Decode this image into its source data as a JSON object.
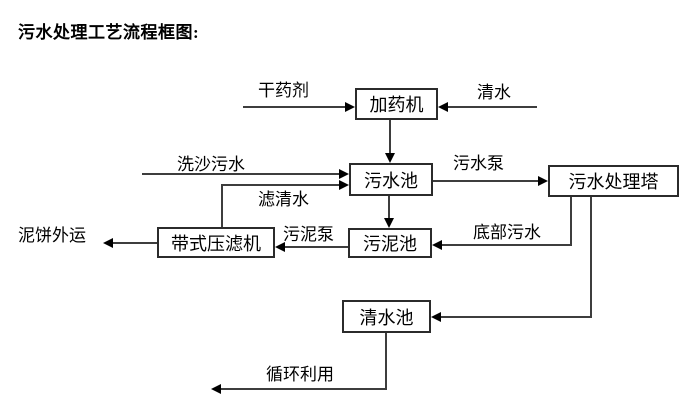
{
  "title": "污水处理工艺流程框图:",
  "diagram": {
    "type": "flowchart",
    "nodes": {
      "dosing_machine": "加药机",
      "sewage_pool": "污水池",
      "treatment_tower": "污水处理塔",
      "sludge_pool": "污泥池",
      "belt_filter_press": "带式压滤机",
      "clean_water_pool": "清水池"
    },
    "labels": {
      "dry_agent": "干药剂",
      "clean_water": "清水",
      "sand_washing_sewage": "洗沙污水",
      "sewage_pump": "污水泵",
      "filtered_water": "滤清水",
      "sludge_pump": "污泥泵",
      "bottom_sewage": "底部污水",
      "mud_cake_shipped_out": "泥饼外运",
      "recycling": "循环利用"
    },
    "colors": {
      "line": "#3d3d3d",
      "box_border": "#2b2b2b",
      "text": "#000000",
      "background": "#ffffff"
    }
  }
}
